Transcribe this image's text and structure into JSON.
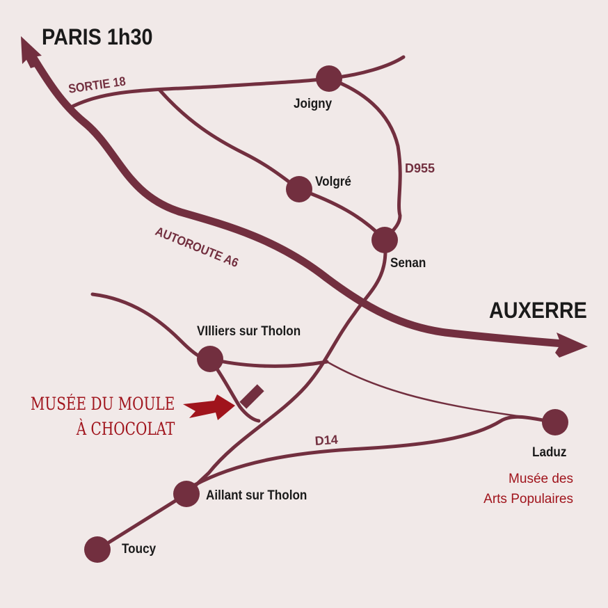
{
  "destinations": {
    "paris": "PARIS 1h30",
    "auxerre": "AUXERRE"
  },
  "roads": {
    "sortie": "SORTIE 18",
    "autoroute": "AUTOROUTE A6",
    "d955": "D955",
    "d14": "D14"
  },
  "towns": {
    "joigny": "Joigny",
    "volgre": "Volgré",
    "senan": "Senan",
    "villiers": "VIlliers sur Tholon",
    "aillant": "Aillant sur Tholon",
    "toucy": "Toucy",
    "laduz": "Laduz"
  },
  "museum": {
    "line1": "MUSÉE DU MOULE",
    "line2": "À CHOCOLAT"
  },
  "laduz_museum": {
    "line1": "Musée des",
    "line2": "Arts Populaires"
  },
  "colors": {
    "background": "#f1e9e8",
    "road": "#722f3f",
    "highlight": "#a0141c"
  }
}
